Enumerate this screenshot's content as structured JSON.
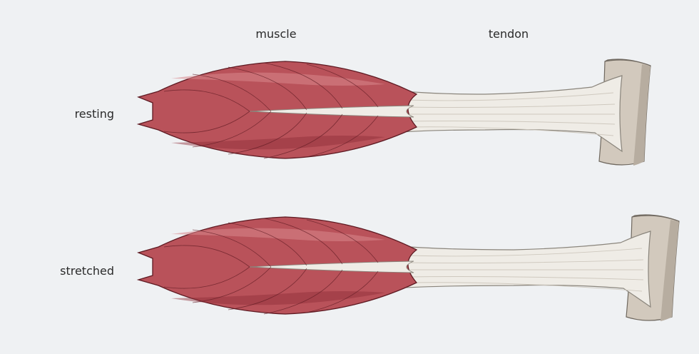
{
  "column_labels": {
    "muscle": "muscle",
    "tendon": "tendon"
  },
  "row_labels": {
    "resting": "resting",
    "stretched": "stretched"
  },
  "colors": {
    "background": "#eff1f3",
    "muscle_fill": "#b9525a",
    "muscle_dark": "#8f2c37",
    "muscle_light": "#d9868c",
    "muscle_outline": "#5e1a22",
    "tendon_fill": "#efece6",
    "tendon_line": "#cfc9bf",
    "tendon_outline": "#8a857c",
    "bone_fill": "#d2c9bd",
    "bone_shade": "#b7ada0",
    "bone_outline": "#6f685f"
  }
}
